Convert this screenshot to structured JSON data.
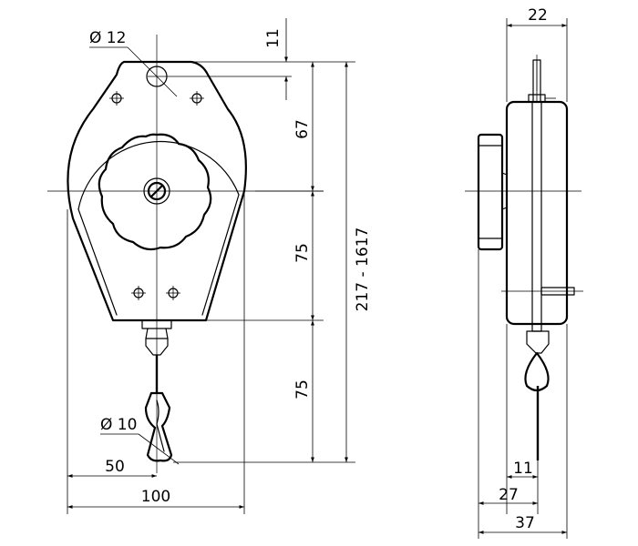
{
  "front_view": {
    "hole_diameter_label": "Ø 12",
    "hook_diameter_label": "Ø 10",
    "top_offset_label": "11",
    "upper_height_label": "67",
    "middle_height_label": "75",
    "lower_height_label": "75",
    "total_range_label": "217 - 1617",
    "half_width_label": "50",
    "width_label": "100"
  },
  "side_view": {
    "top_width_label": "22",
    "cable_offset_label": "11",
    "body_depth_label": "27",
    "total_depth_label": "37"
  }
}
